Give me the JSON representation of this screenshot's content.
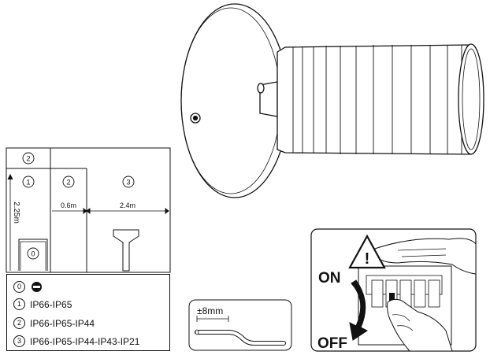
{
  "zones": {
    "zone2_top": "2",
    "zone1": "1",
    "zone2": "2",
    "zone3": "3",
    "zone0": "0"
  },
  "dimensions": {
    "height": "2.25m",
    "d1": "0.6m",
    "d2": "2.4m",
    "strip": "±8mm"
  },
  "legend": [
    {
      "num": "0",
      "text": ""
    },
    {
      "num": "1",
      "text": "IP66-IP65"
    },
    {
      "num": "2",
      "text": "IP66-IP65-IP44"
    },
    {
      "num": "3",
      "text": "IP66-IP65-IP44-IP43-IP21"
    }
  ],
  "switch": {
    "on": "ON",
    "off": "OFF",
    "warning": "!"
  },
  "icons": {
    "prohibited": "no-entry-icon",
    "warning": "warning-triangle-icon",
    "arrow": "turn-off-arrow-icon"
  }
}
